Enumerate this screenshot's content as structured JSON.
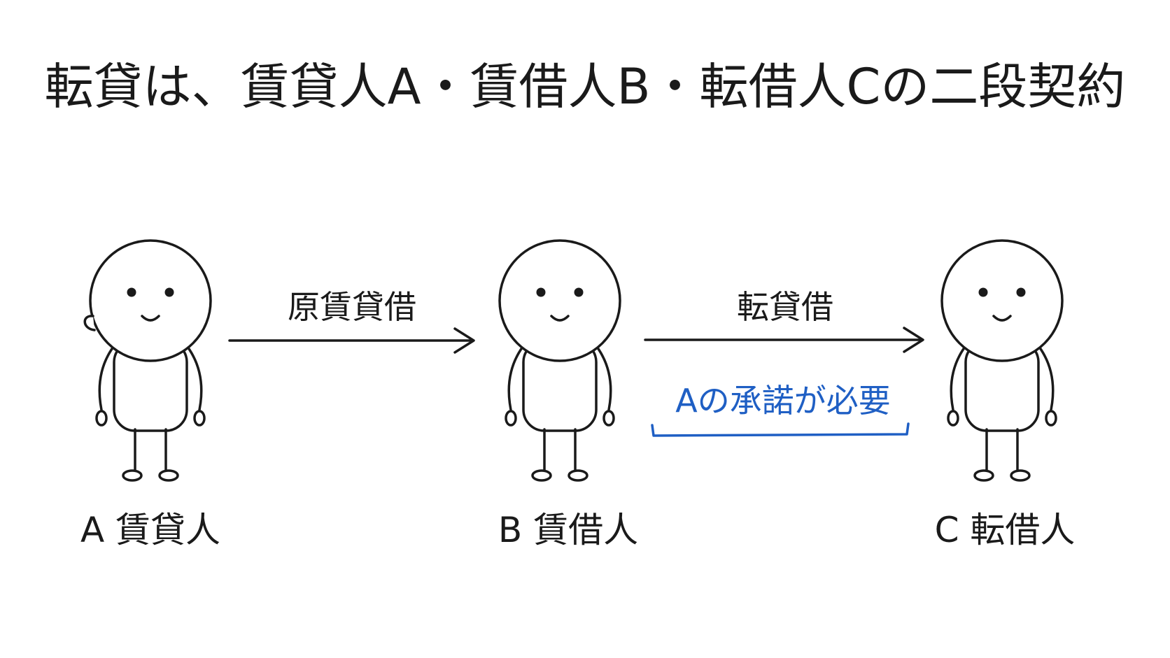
{
  "title": "転貸は、賃貸人A・賃借人B・転借人Cの二段契約",
  "persons": [
    {
      "id": "a",
      "label": "A 賃貸人"
    },
    {
      "id": "b",
      "label": "B 賃借人"
    },
    {
      "id": "c",
      "label": "C 転借人"
    }
  ],
  "relations": [
    {
      "label": "原賃貸借"
    },
    {
      "label": "転貸借"
    }
  ],
  "note": {
    "text": "Aの承諾が必要",
    "color": "#1f5fc4"
  },
  "colors": {
    "ink": "#1a1a1a",
    "accent": "#1f5fc4",
    "background": "#ffffff"
  }
}
